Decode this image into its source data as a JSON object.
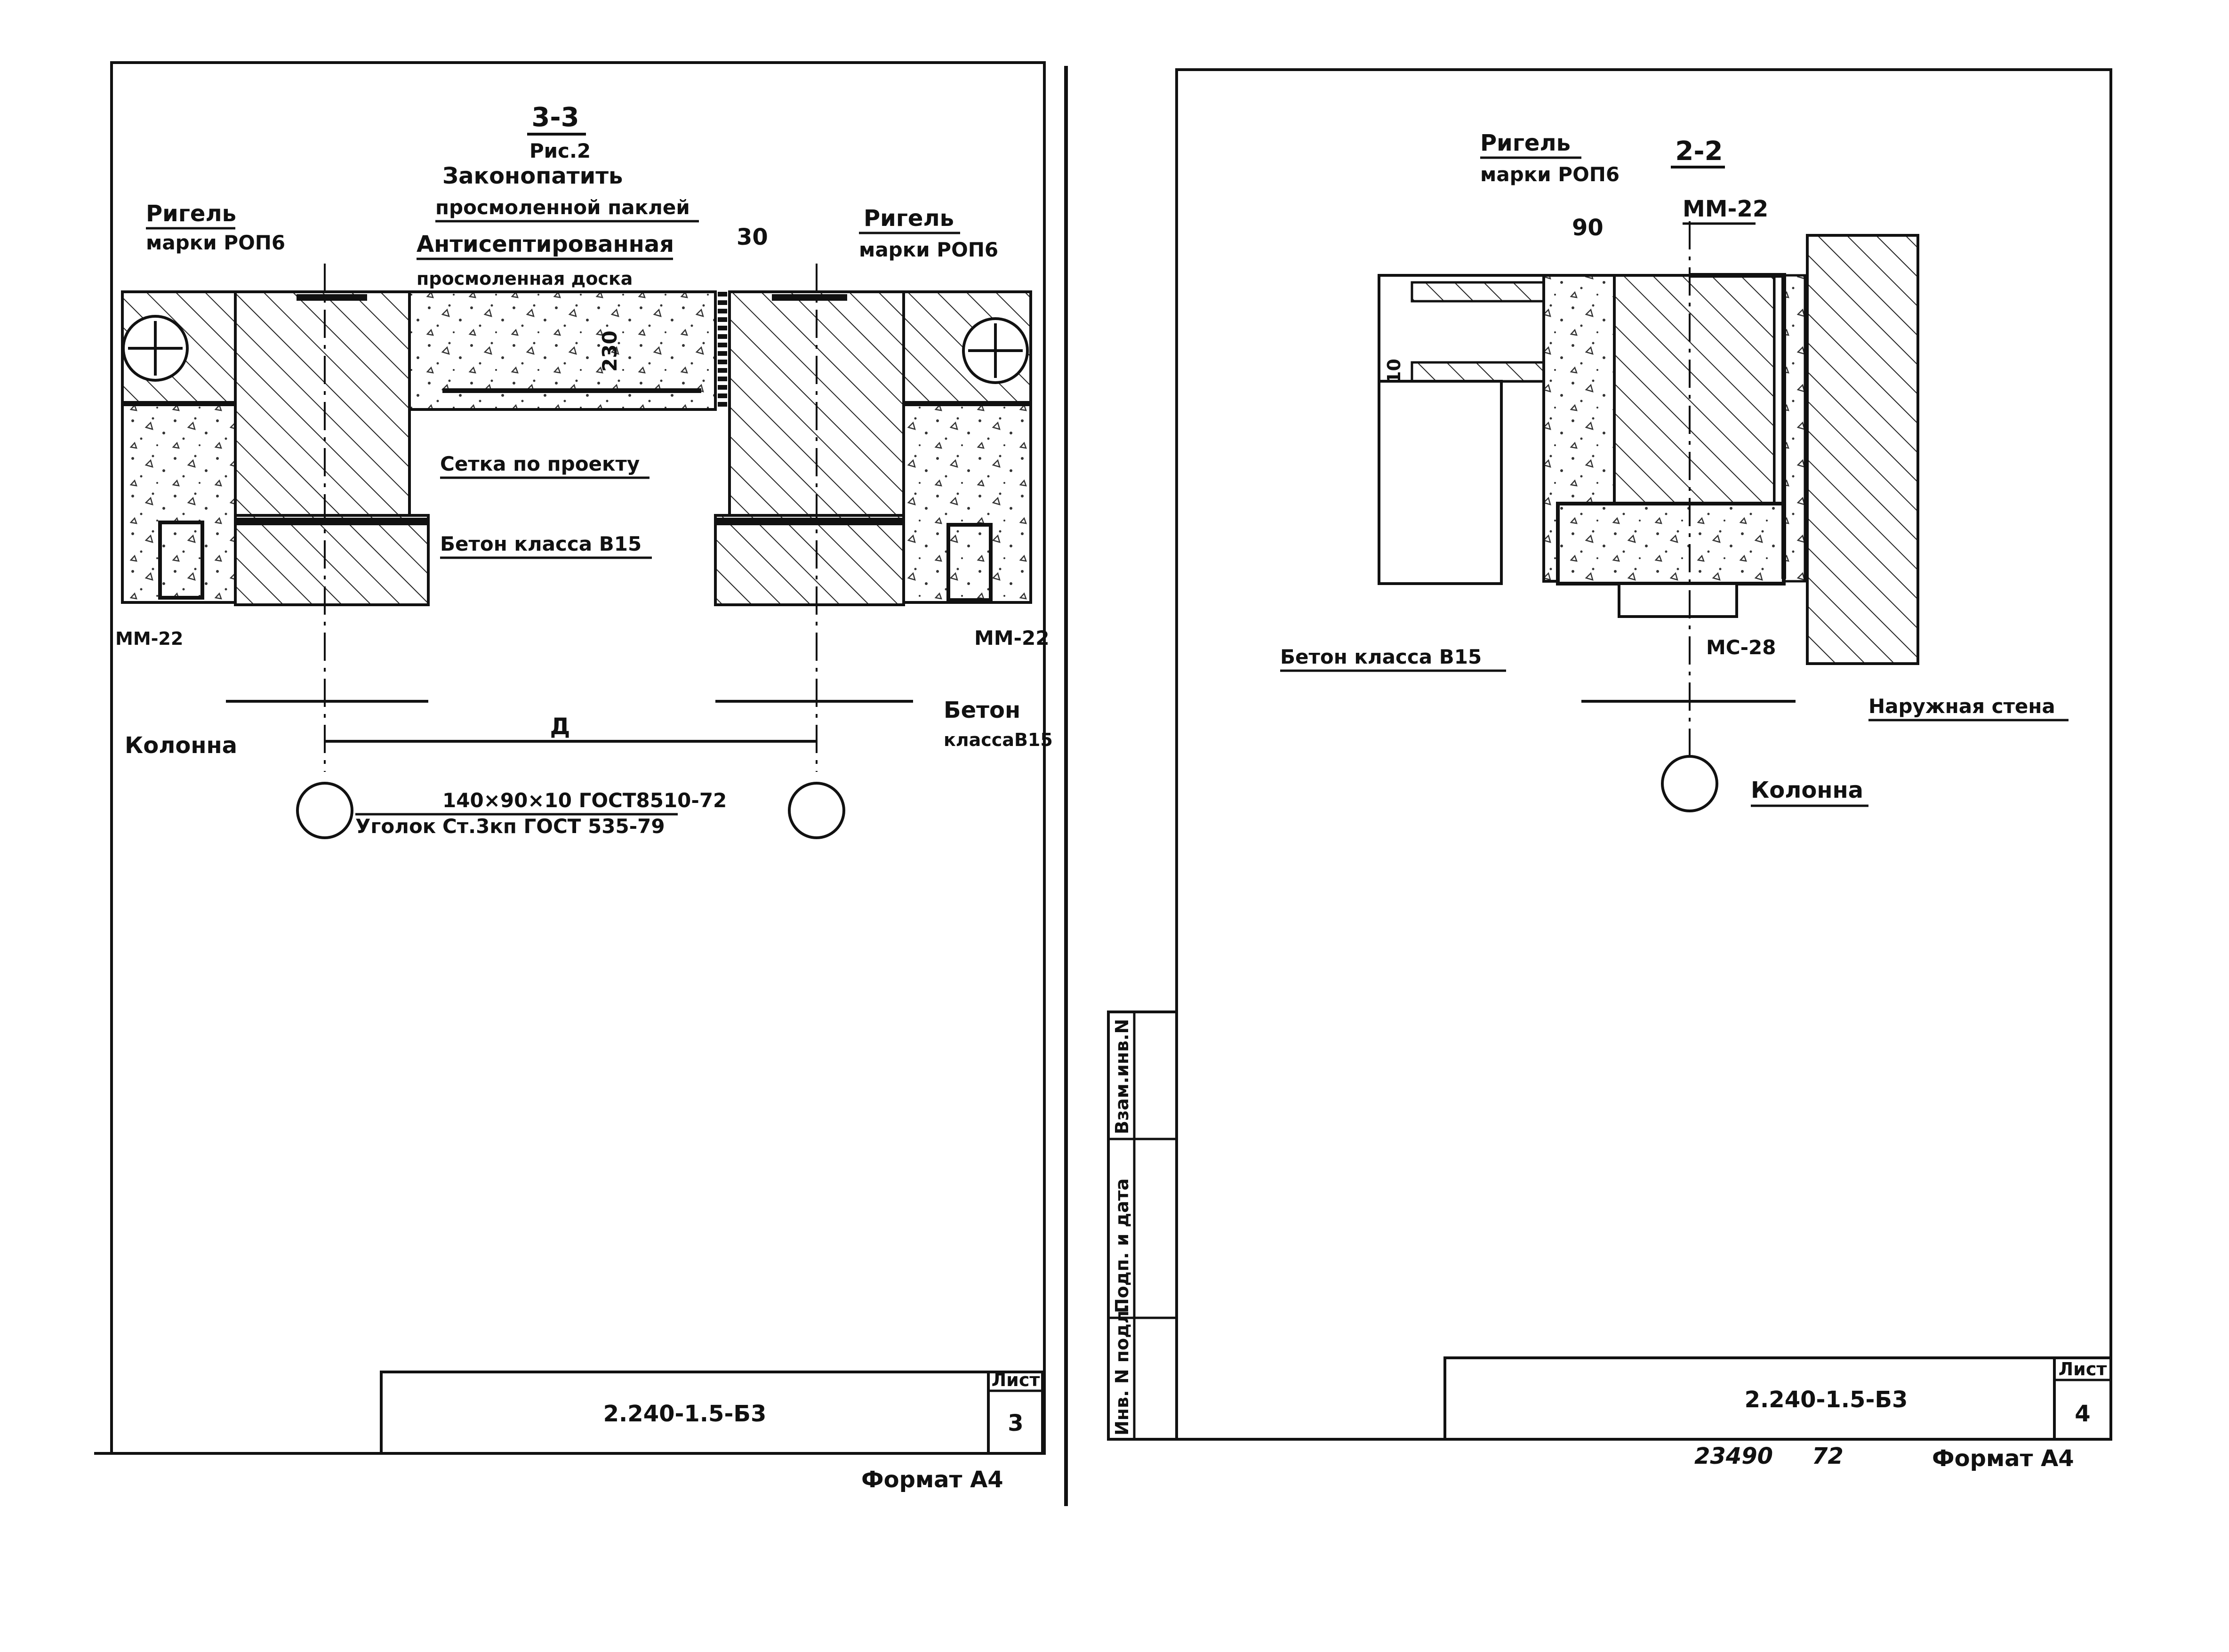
{
  "sheet_left": {
    "section_title": "3-3",
    "figure_ref": "Рис.2",
    "labels": {
      "caulk_line1": "Законопатить",
      "caulk_line2": "просмоленной паклей",
      "board_line1": "Антисептированная",
      "board_line2": "просмоленная доска",
      "dim_30": "30",
      "dim_230": "230",
      "girder_left_line1": "Ригель",
      "girder_left_line2": "марки РОП6",
      "girder_right_line1": "Ригель",
      "girder_right_line2": "марки РОП6",
      "mesh": "Сетка по проекту",
      "concrete": "Бетон класса В15",
      "mm22_left": "ММ-22",
      "mm22_right": "ММ-22",
      "concrete_right_line1": "Бетон",
      "concrete_right_line2": "классаВ15",
      "column": "Колонна",
      "dim_d": "Д",
      "angle_line1": "140×90×10 ГОСТ8510-72",
      "angle_prefix": "Уголок",
      "angle_line2": "Ст.3кп ГОСТ 535-79"
    },
    "title_block": {
      "code": "2.240-1.5-Б3",
      "sheet_label": "Лист",
      "sheet_number": "3"
    },
    "format": "Формат А4"
  },
  "sheet_right": {
    "section_title": "2-2",
    "labels": {
      "girder_line1": "Ригель",
      "girder_line2": "марки РОП6",
      "mm22": "ММ-22",
      "dim_90": "90",
      "dim_10": "10",
      "concrete": "Бетон класса В15",
      "mc28": "МС-28",
      "outer_wall": "Наружная стена",
      "column": "Колонна"
    },
    "side_stamp": [
      "Инв. N подл.",
      "Подп. и дата",
      "Взам.инв.N"
    ],
    "title_block": {
      "code": "2.240-1.5-Б3",
      "sheet_label": "Лист",
      "sheet_number": "4"
    },
    "archive_number": "23490",
    "archive_suffix": "72",
    "format": "Формат А4"
  }
}
